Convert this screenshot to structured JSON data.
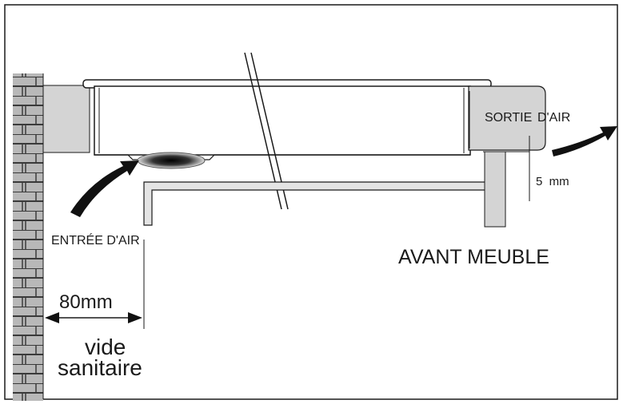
{
  "labels": {
    "air_outlet_part1": "SORTIE",
    "air_outlet_part2": " D'AIR",
    "gap_dimension": "5  mm",
    "air_inlet": "ENTRÉE D'AIR",
    "cabinet_front": "AVANT MEUBLE",
    "clearance_dimension": "80mm",
    "crawl_space_line1": "vide",
    "crawl_space_line2": "sanitaire"
  },
  "colors": {
    "line": "#1a1a1a",
    "brick_fill": "#b8b8b8",
    "panel_fill": "#d4d4d4",
    "pale_fill": "#e4e4e4"
  }
}
